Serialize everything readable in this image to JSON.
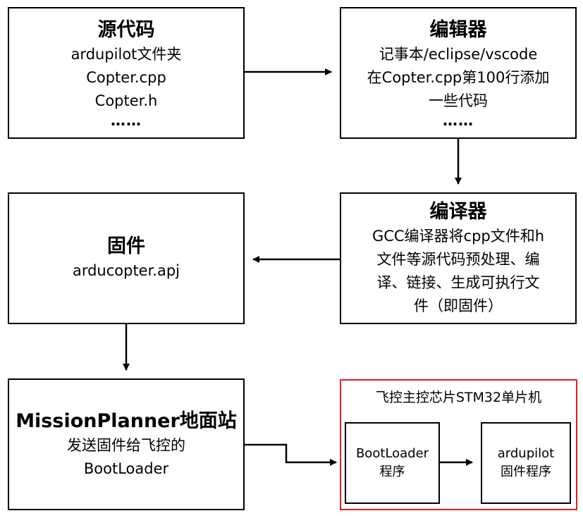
{
  "source": {
    "title": "源代码",
    "lines": [
      "ardupilot文件夹",
      "Copter.cpp",
      "Copter.h"
    ],
    "ellipsis": "……"
  },
  "editor": {
    "title": "编辑器",
    "lines": [
      "记事本/eclipse/vscode",
      "在Copter.cpp第100行添加",
      "一些代码"
    ],
    "ellipsis": "……"
  },
  "compiler": {
    "title": "编译器",
    "lines": [
      "GCC编译器将cpp文件和h",
      "文件等源代码预处理、编",
      "译、链接、生成可执行文",
      "件（即固件）"
    ]
  },
  "firmware": {
    "title": "固件",
    "lines": [
      "arducopter.apj"
    ]
  },
  "ground_station": {
    "title": "MissionPlanner地面站",
    "lines": [
      "发送固件给飞控的",
      "BootLoader"
    ]
  },
  "mcu": {
    "title": "飞控主控芯片STM32单片机",
    "frame_color": "#e02020",
    "bootloader": {
      "lines": [
        "BootLoader",
        "程序"
      ]
    },
    "ardupilot_fw": {
      "lines": [
        "ardupilot",
        "固件程序"
      ]
    }
  }
}
